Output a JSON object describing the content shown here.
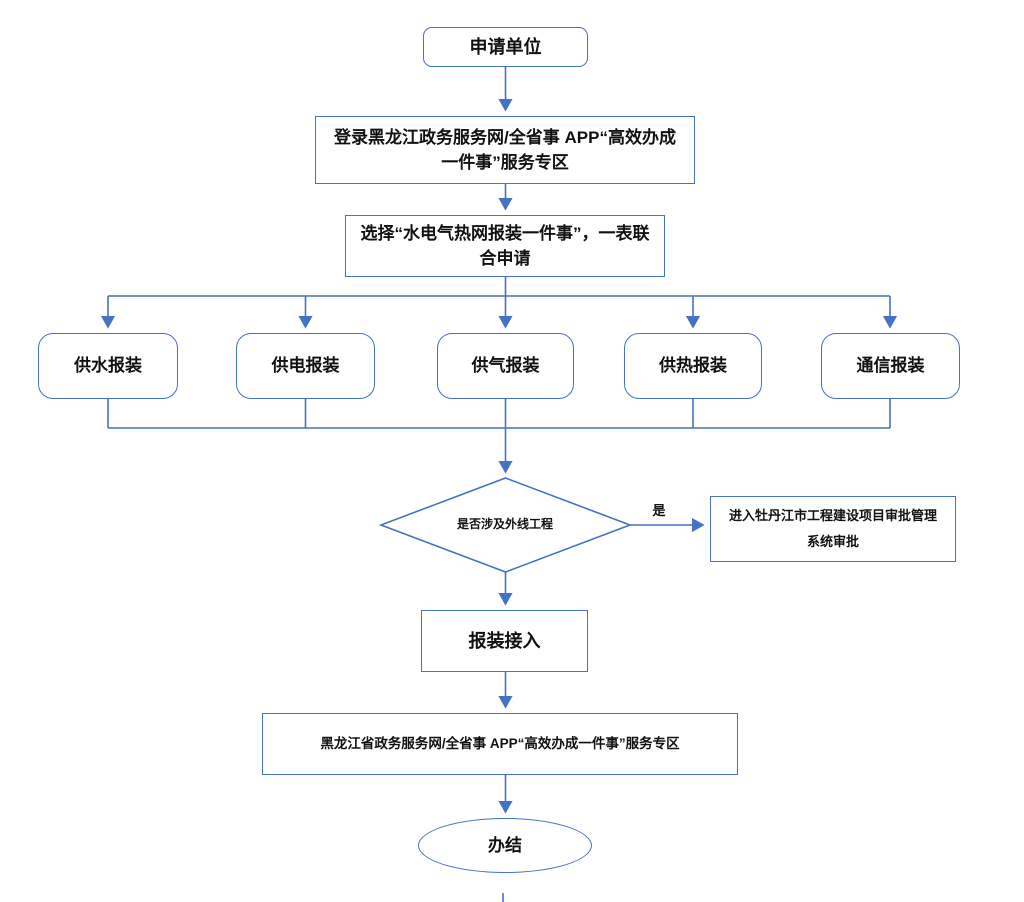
{
  "flowchart": {
    "nodes": {
      "start": {
        "label": "申请单位"
      },
      "login": {
        "label": "登录黑龙江政务服务网/全省事 APP“高效办成一件事”服务专区"
      },
      "select": {
        "label": "选择“水电气热网报装一件事”，一表联合申请"
      },
      "water": {
        "label": "供水报装"
      },
      "electric": {
        "label": "供电报装"
      },
      "gas": {
        "label": "供气报装"
      },
      "heat": {
        "label": "供热报装"
      },
      "telecom": {
        "label": "通信报装"
      },
      "decision": {
        "label": "是否涉及外线工程"
      },
      "approval": {
        "label": "进入牡丹江市工程建设项目审批管理系统审批"
      },
      "connect": {
        "label": "报装接入"
      },
      "portal": {
        "label": "黑龙江省政务服务网/全省事 APP“高效办成一件事”服务专区"
      },
      "end": {
        "label": "办结"
      }
    },
    "edge_labels": {
      "yes": "是"
    },
    "colors": {
      "line": "#4472C4",
      "text": "#111111",
      "background": "#ffffff"
    }
  }
}
